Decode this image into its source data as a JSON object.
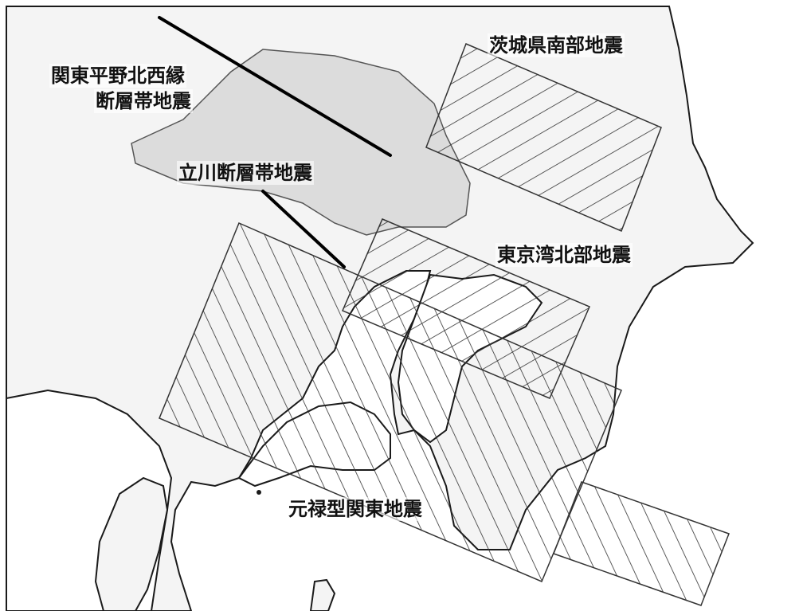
{
  "labels": {
    "kanto_heiya_line1": "関東平野北西縁",
    "kanto_heiya_line2": "断層帯地震",
    "tachikawa": "立川断層帯地震",
    "ibaraki": "茨城県南部地震",
    "tokyo_bay": "東京湾北部地震",
    "genroku": "元禄型関東地震"
  },
  "colors": {
    "land": "#f4f4f4",
    "sea": "#ffffff",
    "saitama": "#dcdcdc",
    "outline": "#1a1a1a",
    "hatch": "#333333",
    "fault_line": "#000000"
  },
  "icons": {
    "hatch_pattern": "diagonal-hatch"
  }
}
